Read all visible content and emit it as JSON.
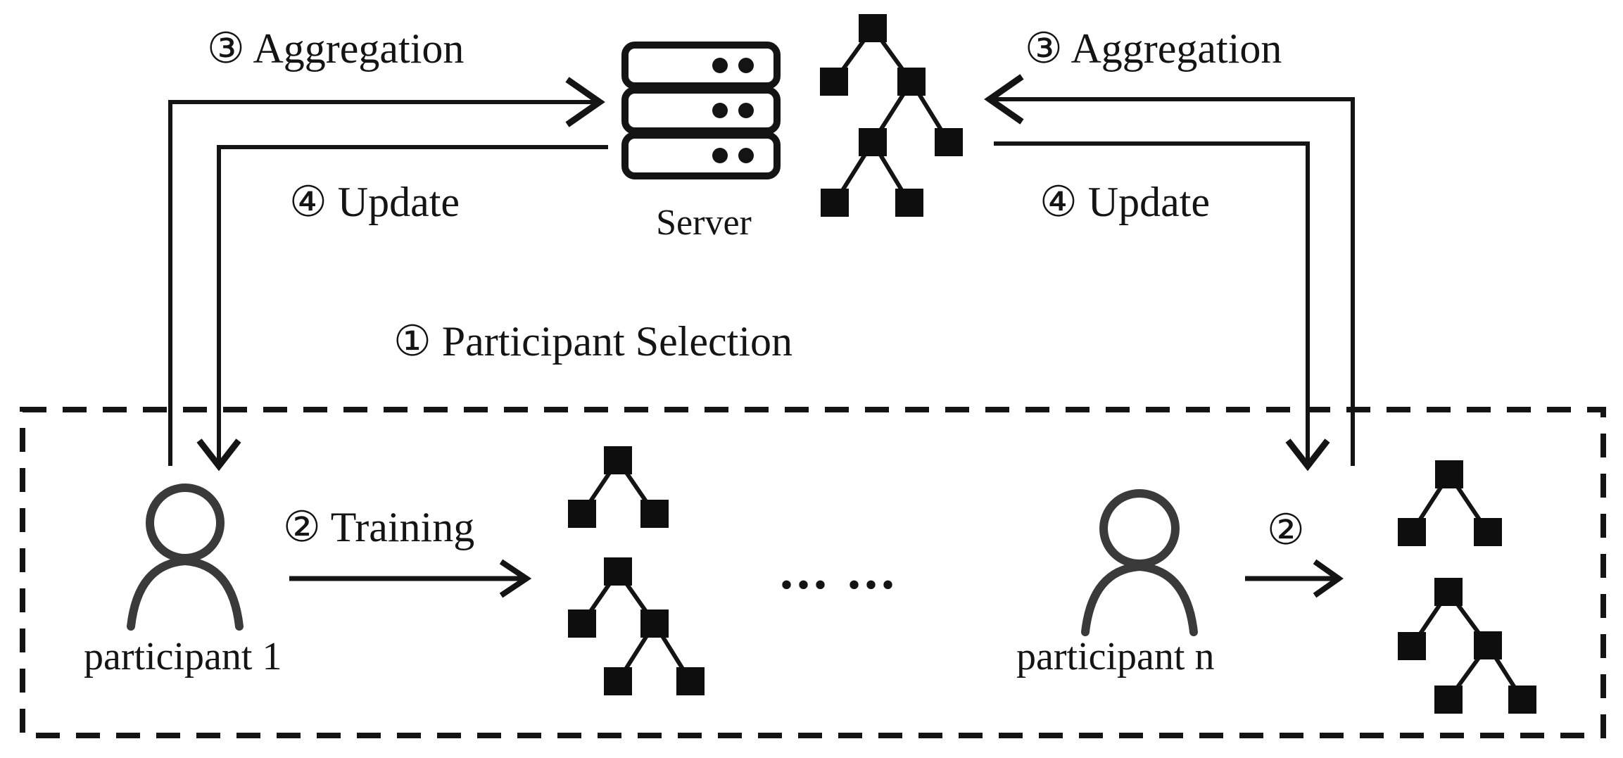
{
  "diagram": {
    "background_color": "#ffffff",
    "ink_color": "#141414",
    "labels": {
      "aggregation_left": "③ Aggregation",
      "aggregation_right": "③ Aggregation",
      "update_left": "④ Update",
      "update_right": "④ Update",
      "participant_selection": "① Participant Selection",
      "server": "Server",
      "training": "② Training",
      "training_n": "②",
      "participant_1": "participant 1",
      "participant_n": "participant n",
      "ellipsis": "... ..."
    },
    "steps": [
      {
        "number": "①",
        "name": "Participant Selection"
      },
      {
        "number": "②",
        "name": "Training"
      },
      {
        "number": "③",
        "name": "Aggregation"
      },
      {
        "number": "④",
        "name": "Update"
      }
    ],
    "entities": [
      "Server",
      "participant 1",
      "participant n"
    ]
  }
}
